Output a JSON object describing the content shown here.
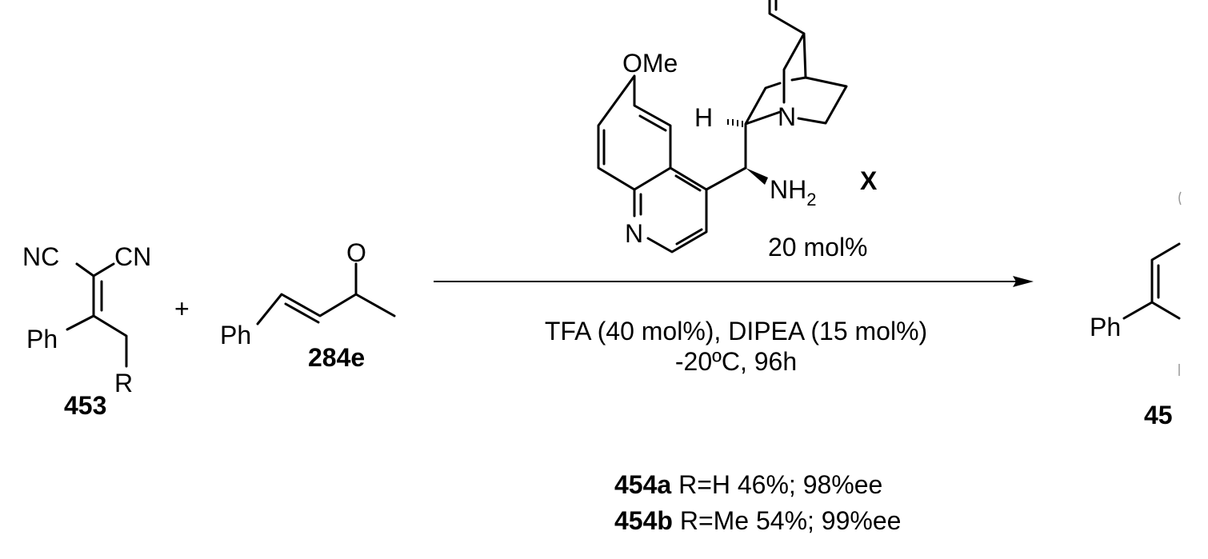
{
  "reactant_1": {
    "cn_left": "NC",
    "cn_right": "CN",
    "ph": "Ph",
    "r": "R",
    "label": "453"
  },
  "plus": "+",
  "reactant_2": {
    "ph": "Ph",
    "o": "O",
    "label": "284e"
  },
  "catalyst": {
    "ome": "OMe",
    "h": "H",
    "n_quinuclidine": "N",
    "n_quinoline": "N",
    "nh": "NH",
    "sub2": "2",
    "label": "X",
    "loading": "20 mol%"
  },
  "conditions": {
    "line1": "TFA (40 mol%), DIPEA (15 mol%)",
    "line2": "-20ºC, 96h"
  },
  "product": {
    "ph": "Ph",
    "label_partial": "45"
  },
  "results": [
    {
      "compound": "454a",
      "text": " R=H 46%; 98%ee"
    },
    {
      "compound": "454b",
      "text": " R=Me 54%; 99%ee"
    }
  ]
}
